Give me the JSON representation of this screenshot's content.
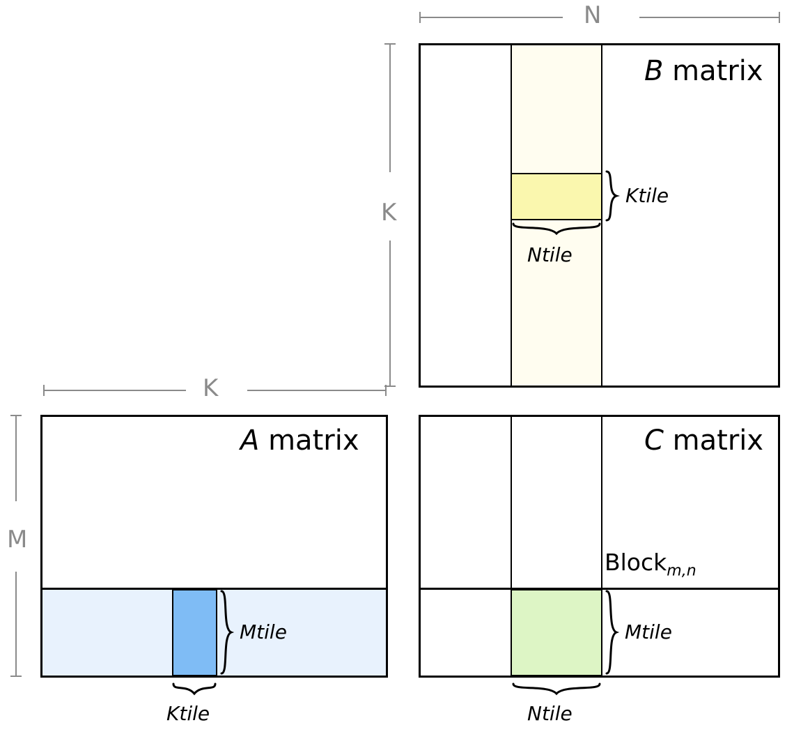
{
  "diagram": {
    "title": "Tiled matrix multiplication blocking diagram",
    "colors": {
      "outline": "#000000",
      "dimension_gray": "#8a8a8a",
      "b_column_stripe": "#fffdf0",
      "b_ktile_tile": "#faf7ae",
      "a_row_stripe": "#e8f2fd",
      "a_ktile_tile": "#7fbcf5",
      "c_ntile_tile": "#ddf5c5",
      "background": "#ffffff"
    }
  },
  "dimensions": {
    "n_label": "N",
    "k_vertical_label": "K",
    "k_horizontal_label": "K",
    "m_label": "M"
  },
  "matrices": {
    "b": {
      "letter": "B",
      "name": "matrix",
      "ktile_label": "Ktile",
      "ntile_label": "Ntile"
    },
    "a": {
      "letter": "A",
      "name": "matrix",
      "mtile_label": "Mtile",
      "ktile_label": "Ktile"
    },
    "c": {
      "letter": "C",
      "name": "matrix",
      "block_label": "Block",
      "block_subscript": "m,n",
      "mtile_label": "Mtile",
      "ntile_label": "Ntile"
    }
  }
}
